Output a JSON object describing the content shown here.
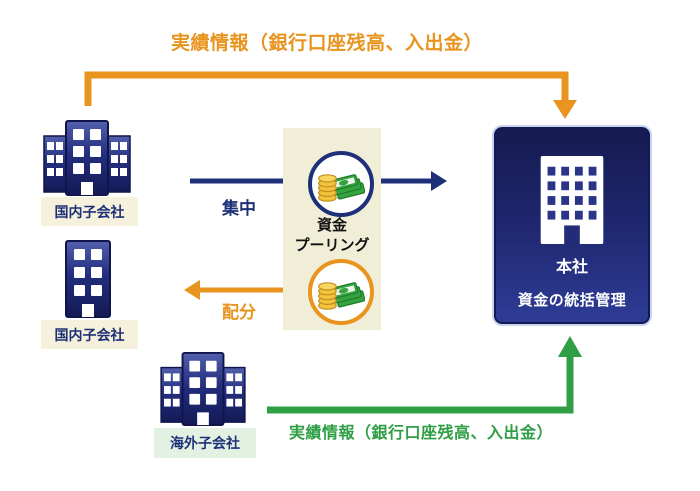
{
  "colors": {
    "orange": "#E8941E",
    "navy": "#1E3078",
    "green": "#2F9E44",
    "cream": "#F1EED7",
    "cream_label": "#F5F1DC",
    "mint_label": "#E3F1E3"
  },
  "flows": {
    "report_top": "実績情報（銀行口座残高、入出金）",
    "report_bottom": "実績情報（銀行口座残高、入出金）",
    "concentration": "集中",
    "distribution": "配分"
  },
  "pooling": {
    "line1": "資金",
    "line2": "プーリング"
  },
  "entities": {
    "domestic1": "国内子会社",
    "domestic2": "国内子会社",
    "overseas": "海外子会社",
    "hq_title": "本社",
    "hq_subtitle": "資金の統括管理"
  },
  "icons": {
    "office-building-icon": "navy multi-tower office building",
    "tower-building-icon": "navy single tower building",
    "hq-building-icon": "white office building with window grid",
    "money-stack-icon": "gold coin stack with green banknotes"
  }
}
